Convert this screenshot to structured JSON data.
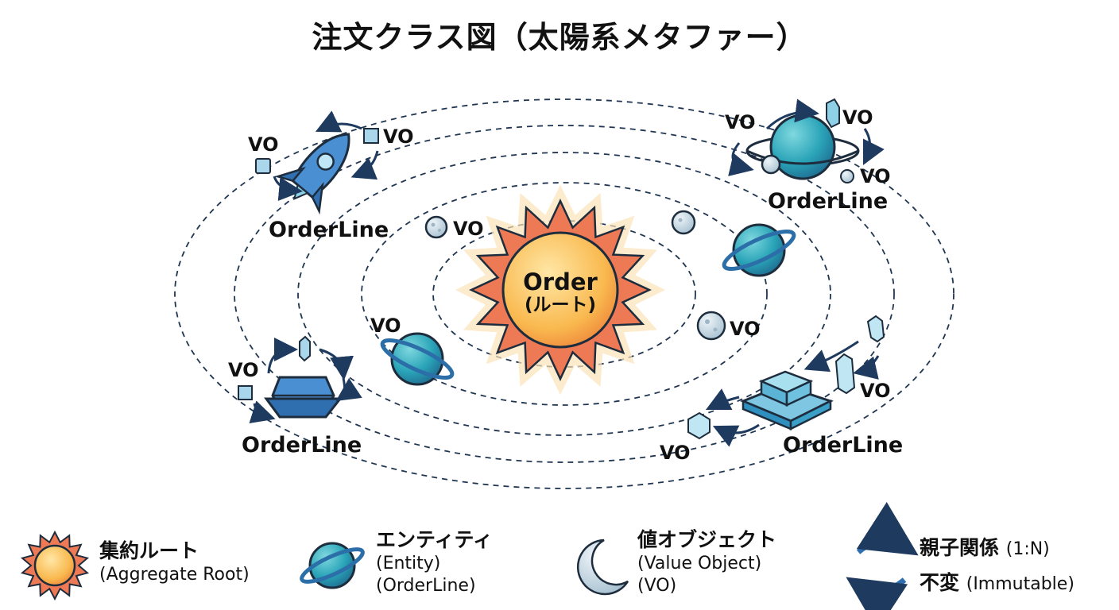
{
  "title": "注文クラス図（太陽系メタファー）",
  "root": {
    "name": "Order",
    "sub": "(ルート)"
  },
  "labels": {
    "orderline": "OrderLine",
    "vo": "VO"
  },
  "legend": {
    "aggregate": {
      "label": "集約ルート",
      "sub": "(Aggregate Root)"
    },
    "entity": {
      "label": "エンティティ",
      "sub1": "(Entity)",
      "sub2": "(OrderLine)"
    },
    "value_object": {
      "label": "値オブジェクト",
      "sub1": "(Value Object)",
      "sub2": "(VO)"
    },
    "relation": {
      "label": "親子関係",
      "detail": "(1:N)"
    },
    "immutable": {
      "label": "不変",
      "detail": "(Immutable)"
    }
  },
  "colors": {
    "orbit": "#1f3550",
    "sun_core": "#f9b94f",
    "sun_flare": "#ee7a55",
    "planet": "#2aa4b8",
    "planet_ring": "#2b6ea8",
    "moon": "#c9d9e3",
    "arrow": "#1e3a5f"
  }
}
